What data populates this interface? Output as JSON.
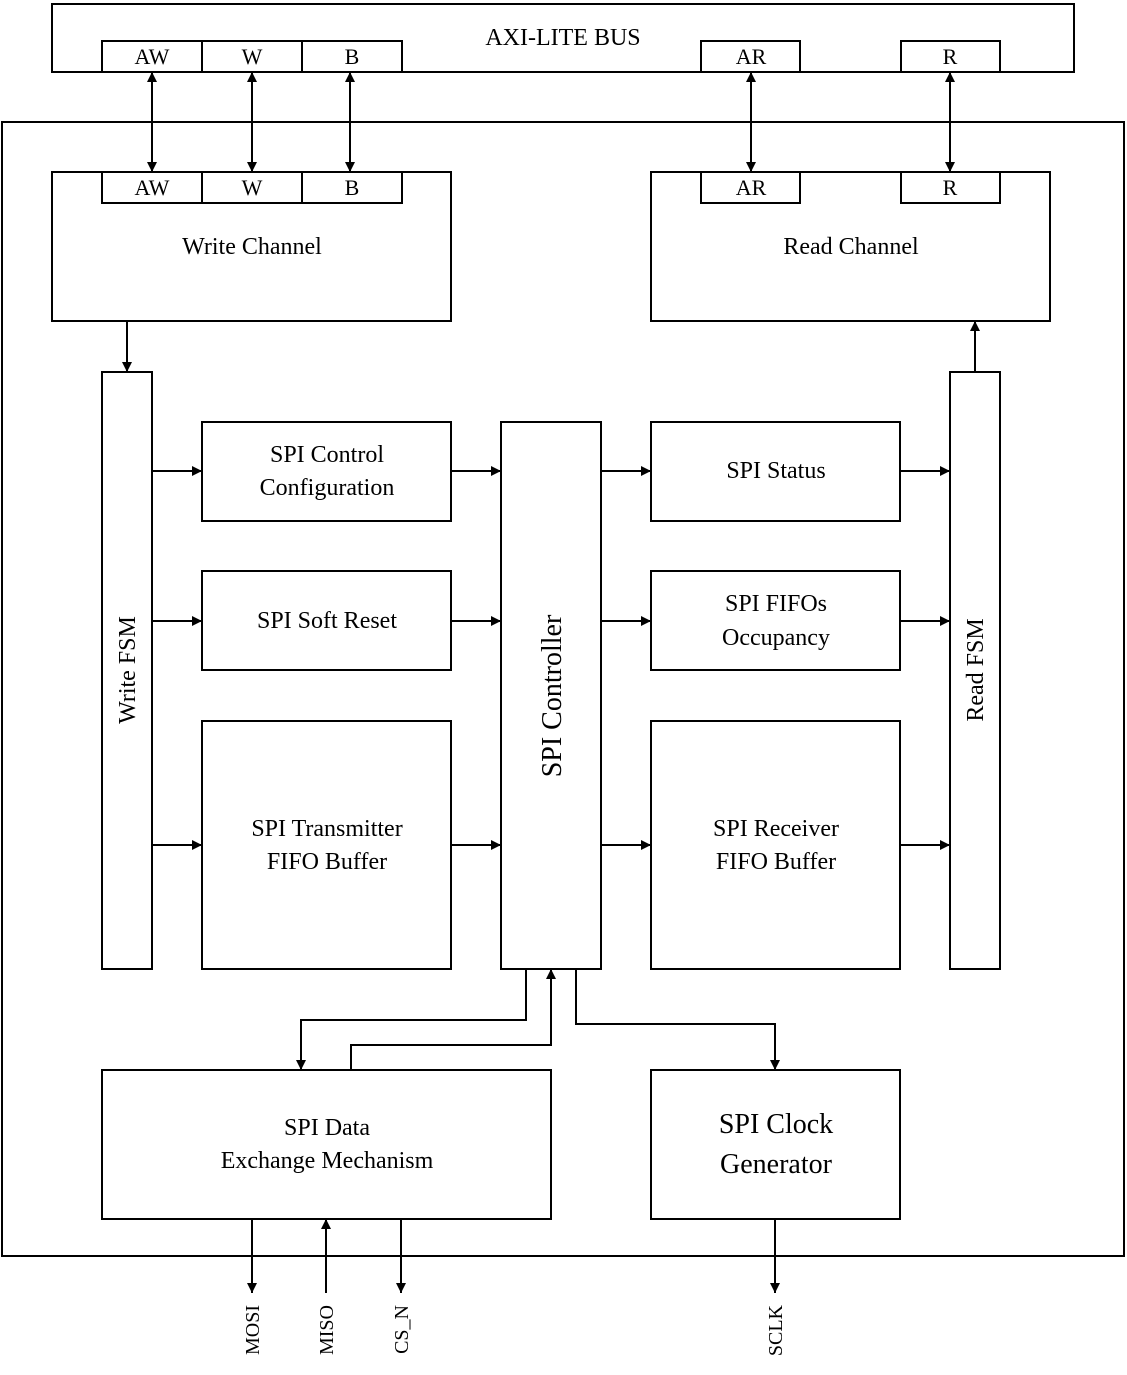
{
  "diagram": {
    "bus_label": "AXI-LITE BUS",
    "ports": {
      "aw": "AW",
      "w": "W",
      "b": "B",
      "ar": "AR",
      "r": "R"
    },
    "blocks": {
      "write_channel": "Write Channel",
      "read_channel": "Read Channel",
      "write_fsm": "Write FSM",
      "read_fsm": "Read FSM",
      "spi_controller": "SPI Controller",
      "control_config_line1": "SPI Control",
      "control_config_line2": "Configuration",
      "soft_reset": "SPI Soft Reset",
      "tx_fifo_line1": "SPI Transmitter",
      "tx_fifo_line2": "FIFO Buffer",
      "status": "SPI Status",
      "fifo_occupancy_line1": "SPI FIFOs",
      "fifo_occupancy_line2": "Occupancy",
      "rx_fifo_line1": "SPI Receiver",
      "rx_fifo_line2": "FIFO Buffer",
      "data_exchange_line1": "SPI Data",
      "data_exchange_line2": "Exchange Mechanism",
      "clock_gen_line1": "SPI Clock",
      "clock_gen_line2": "Generator"
    },
    "signals": {
      "mosi": "MOSI",
      "miso": "MISO",
      "cs_n": "CS_N",
      "sclk": "SCLK"
    }
  }
}
